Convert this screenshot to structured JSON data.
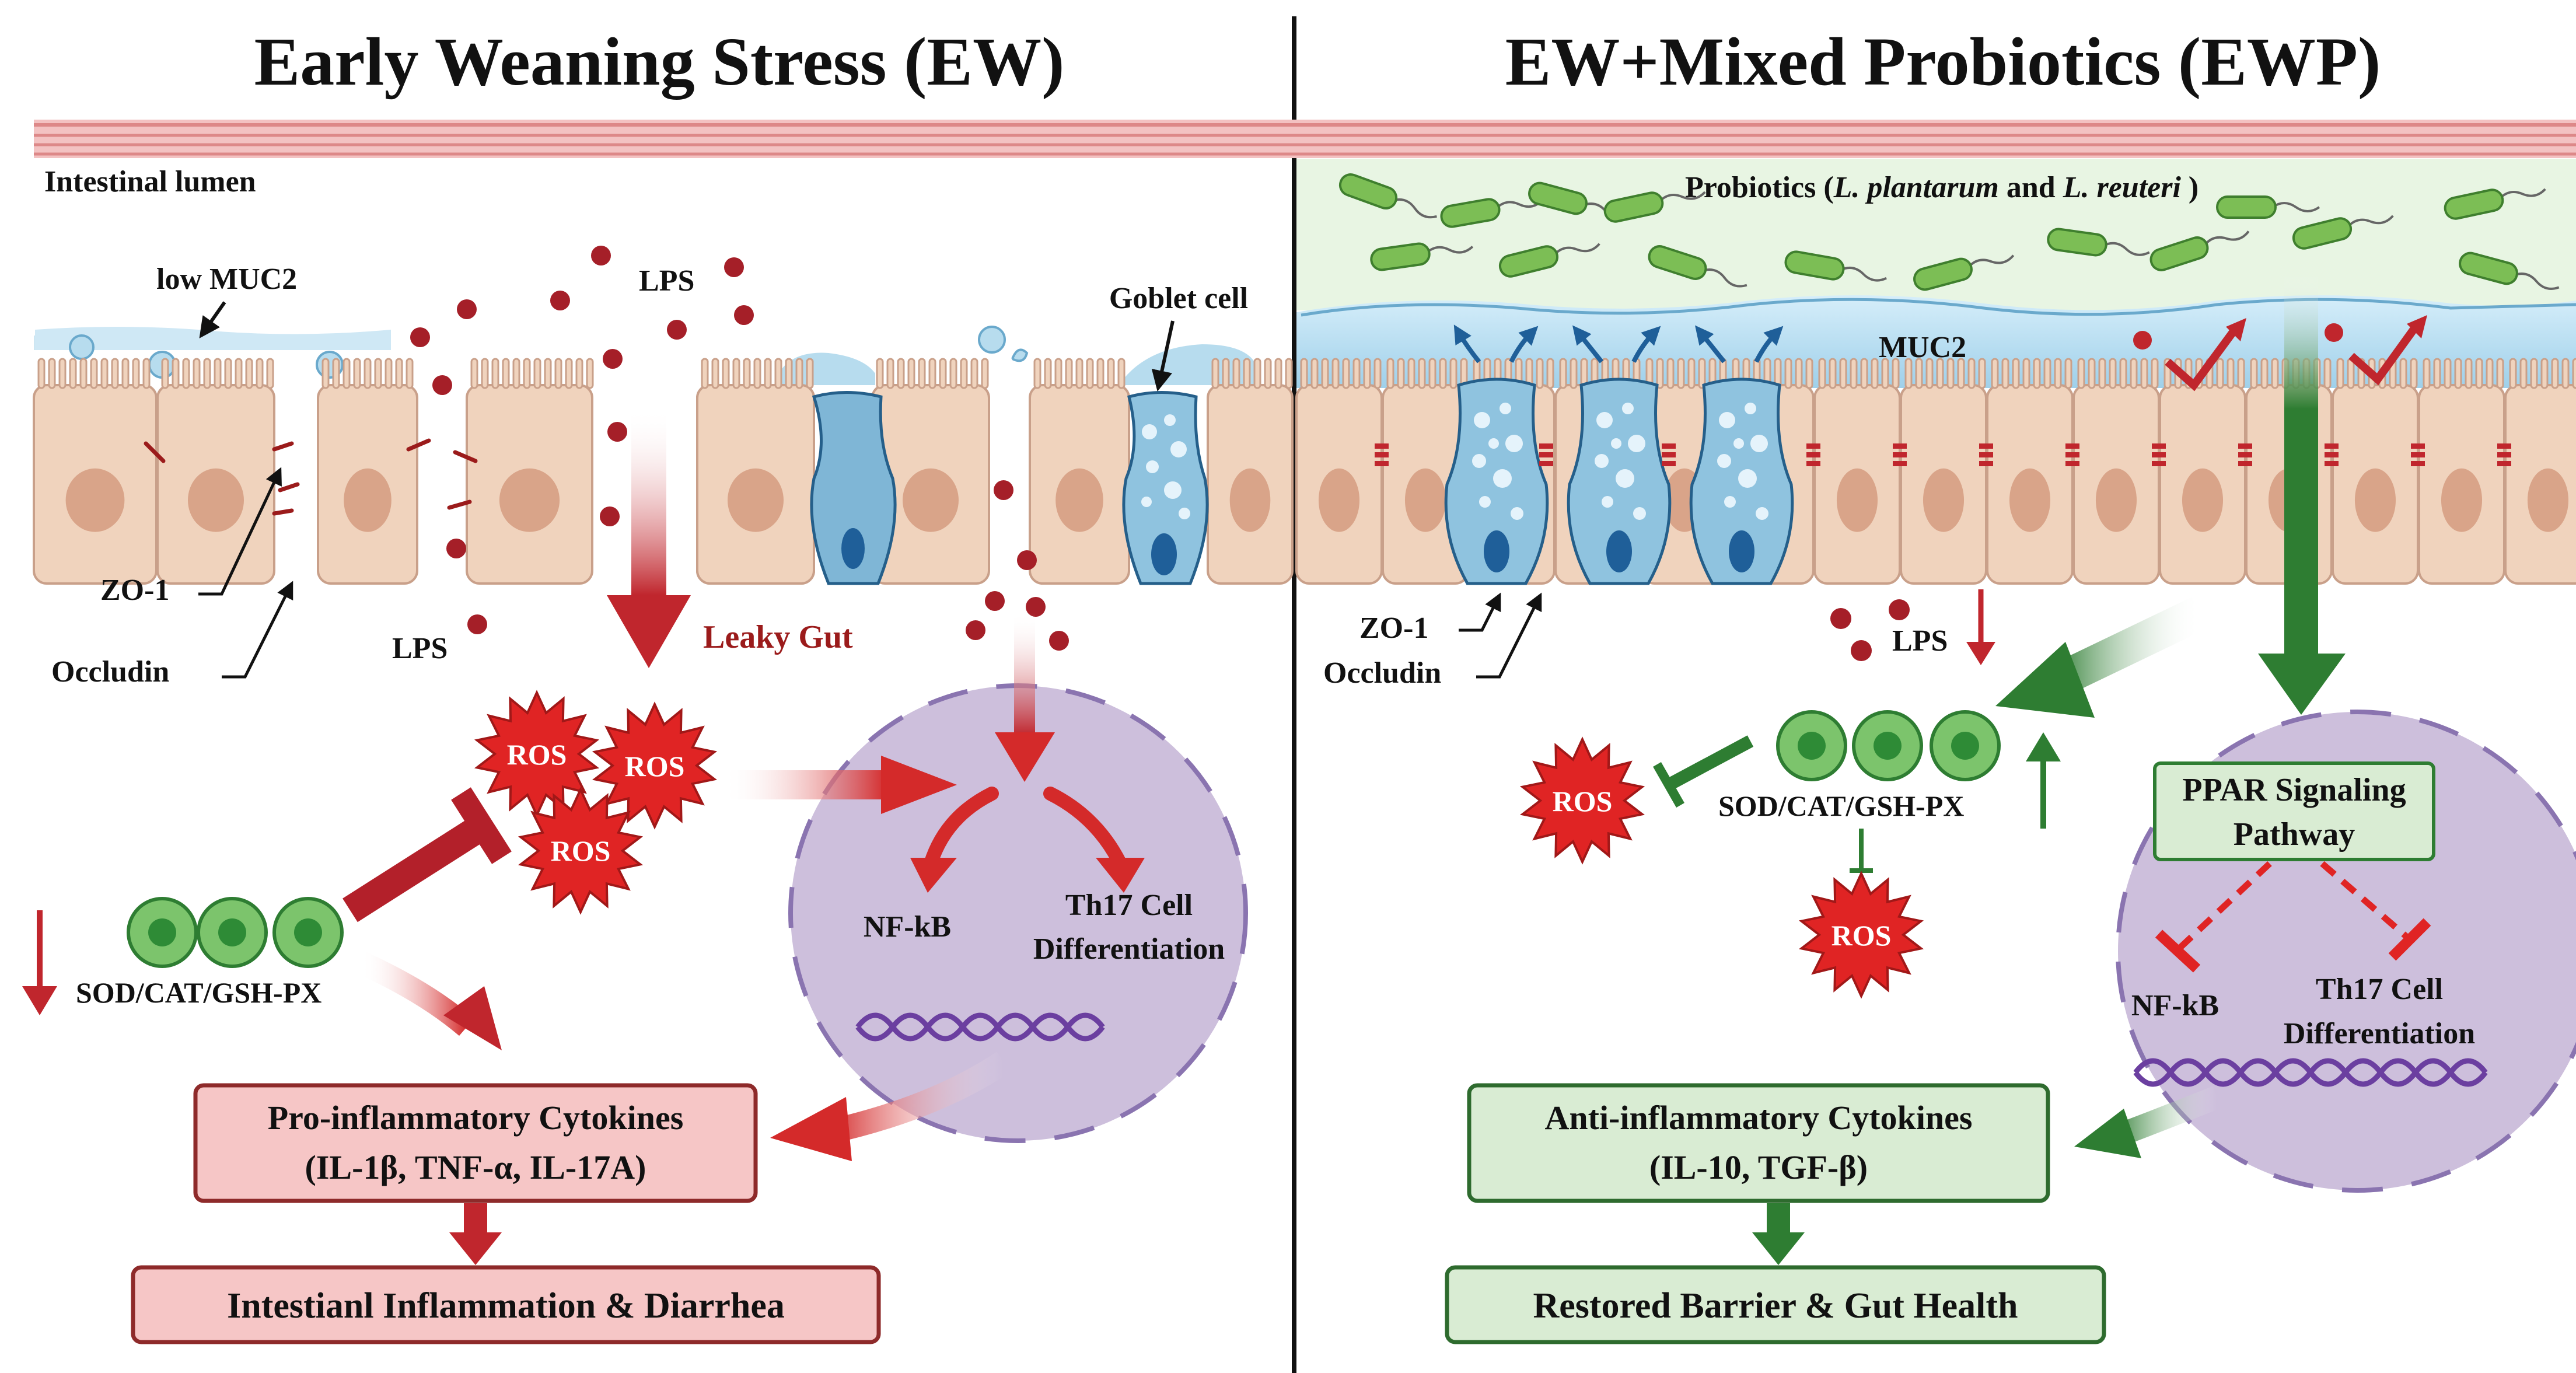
{
  "left_panel": {
    "title": "Early Weaning Stress (EW)",
    "lumen_label": "Intestinal lumen",
    "low_muc2": "low MUC2",
    "lps_top": "LPS",
    "lps_mid": "LPS",
    "goblet_cell": "Goblet cell",
    "zo1": "ZO-1",
    "occludin": "Occludin",
    "leaky_gut": "Leaky Gut",
    "ros": [
      "ROS",
      "ROS",
      "ROS"
    ],
    "enzymes": "SOD/CAT/GSH-PX",
    "nfkb": "NF-kB",
    "th17_line1": "Th17 Cell",
    "th17_line2": "Differentiation",
    "cytokines_line1": "Pro-inflammatory Cytokines",
    "cytokines_line2": "(IL-1β, TNF-α, IL-17A)",
    "outcome": "Intestianl Inflammation & Diarrhea"
  },
  "right_panel": {
    "title": "EW+Mixed Probiotics (EWP)",
    "probiotics_prefix": "Probiotics (",
    "species1": "L. plantarum",
    "and_word": " and ",
    "species2": "L. reuteri",
    "probiotics_suffix": " )",
    "muc2": "MUC2",
    "zo1": "ZO-1",
    "occludin": "Occludin",
    "lps": "LPS",
    "ros": [
      "ROS",
      "ROS"
    ],
    "enzymes": "SOD/CAT/GSH-PX",
    "ppar_line1": "PPAR Signaling",
    "ppar_line2": "Pathway",
    "nfkb": "NF-kB",
    "th17_line1": "Th17 Cell",
    "th17_line2": "Differentiation",
    "cytokines_line1": "Anti-inflammatory Cytokines",
    "cytokines_line2": "(IL-10, TGF-β)",
    "outcome": "Restored Barrier & Gut Health"
  },
  "colors": {
    "inflammation_red": "#c0262d",
    "ros_red": "#e02424",
    "protective_green": "#2e7d32",
    "box_red_fill": "#f6c6c6",
    "box_green_fill": "#d9ecd3",
    "cell_fill": "#f0d3bd",
    "nucleus_fill": "#d9a489",
    "mucus_blue": "#b7dcee",
    "nucleus_purple": "#cdbfdc"
  }
}
